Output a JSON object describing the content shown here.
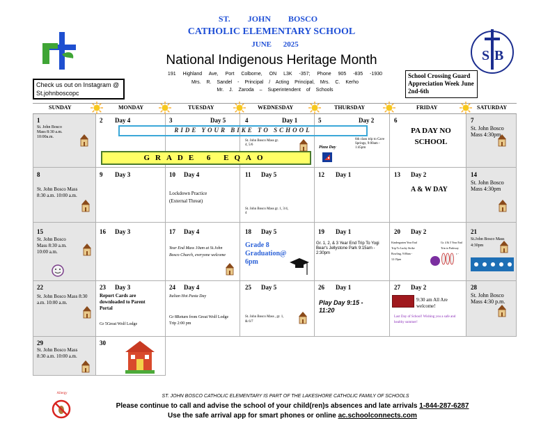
{
  "header": {
    "line1": "ST. JOHN BOSCO",
    "line2": "CATHOLIC ELEMENTARY SCHOOL",
    "month": "JUNE 2025",
    "heritage": "National Indigenous Heritage Month",
    "info1": "191 Highland Ave, Port Colborne, ON L3K -357; Phone 905 -835 -1930",
    "info2": "Mrs. R. Sandel - Principal / Acting Principal, Mrs. C. Kerho",
    "info3": "Mr. J. Zaroda – Superintendent of Schools",
    "instagram": "Check us out on Instagram @ St.johnboscopc",
    "crossing": "School Crossing Guard Appreciation Week June 2nd-6th"
  },
  "weekdays": [
    "SUNDAY",
    "MONDAY",
    "TUESDAY",
    "WEDNESDAY",
    "THURSDAY",
    "FRIDAY",
    "SATURDAY"
  ],
  "banners": {
    "bike": "RIDE YOUR BIKE TO SCHOOL",
    "eqao": "GRADE 6 EQAO"
  },
  "cells": {
    "d1": {
      "num": "1",
      "text": "St. John Bosco Mass 8:30 a.m. 10:00a.m."
    },
    "d2": {
      "num": "2",
      "day": "Day 4"
    },
    "d3": {
      "num": "3",
      "day": "Day 5"
    },
    "d4": {
      "num": "4",
      "day": "Day 1",
      "text": "St. John Bosco Mass gr. 4, 5/6"
    },
    "d5": {
      "num": "5",
      "day": "Day 2",
      "text": "Pizza Day",
      "text2": "6th class trip to Cave Springs, 9:00am - 1:45pm"
    },
    "d6": {
      "num": "6",
      "text": "PA DAY NO SCHOOL"
    },
    "d7": {
      "num": "7",
      "text": "St. John Bosco Mass 4:30pm"
    },
    "d8": {
      "num": "8",
      "text": "St. John Bosco Mass 8:30 a.m. 10:00 a.m."
    },
    "d9": {
      "num": "9",
      "day": "Day 3"
    },
    "d10": {
      "num": "10",
      "day": "Day 4",
      "text": "Lockdown Practice (External Threat)"
    },
    "d11": {
      "num": "11",
      "day": "Day 5",
      "text": "St. John Bosco Mass gr. 1, 3/4, 4"
    },
    "d12": {
      "num": "12",
      "day": "Day 1"
    },
    "d13": {
      "num": "13",
      "day": "Day 2",
      "text": "A & W DAY"
    },
    "d14": {
      "num": "14",
      "text": "St. John Bosco Mass 4:30pm"
    },
    "d15": {
      "num": "15",
      "text": "St. John Bosco Mass 8:30 a.m. 10:00 a.m."
    },
    "d16": {
      "num": "16",
      "day": "Day 3"
    },
    "d17": {
      "num": "17",
      "day": "Day 4",
      "text": "Year End Mass 10am at St.John Bosco Church, everyone welcome"
    },
    "d18": {
      "num": "18",
      "day": "Day 5",
      "text": "Grade 8 Graduation@ 6pm"
    },
    "d19": {
      "num": "19",
      "day": "Day 1",
      "text": "Gr. 1, 2, & 3 Year End Trip To Yogi Bear's Jellystone Park 9:15am - 2:30pm"
    },
    "d20": {
      "num": "20",
      "day": "Day 2",
      "text": "Kindergarten Year End Trip To Lucky Strike Bowling, 9:00am - 12:15pm",
      "text2": "Gr. 4 & 5 Year End Trip to Parkway Seeds, 9:30am - 1:45pm"
    },
    "d21": {
      "num": "21",
      "text": "St.John Bosco Mass 4:30pm"
    },
    "d22": {
      "num": "22",
      "text": "St. John Bosco Mass 8:30 a.m. 10:00 a.m."
    },
    "d23": {
      "num": "23",
      "day": "Day 3",
      "text": "Report Cards are downloaded to Parent Portal",
      "text2": "Gr 5Great Wolf Lodge"
    },
    "d24": {
      "num": "24",
      "day": "Day 4",
      "text": "Italian Hot Pasta Day",
      "text2": "Gr 8Return from Great Wolf Lodge Trip 2:00 pm"
    },
    "d25": {
      "num": "25",
      "day": "Day 5",
      "text": "St. John Bosco Mass , gr. 1, & 6/7"
    },
    "d26": {
      "num": "26",
      "day": "Day 1",
      "text": "Play Day 9:15 - 11:20"
    },
    "d27": {
      "num": "27",
      "day": "Day 2",
      "text": "9:30 am All Are welcome!",
      "text2": "Last Day of School! Wishing you a safe and healthy summer!"
    },
    "d28": {
      "num": "28",
      "text": "St. John Bosco Mass 4:30 p.m."
    },
    "d29": {
      "num": "29",
      "text": "St. John Bosco Mass 8:30 a.m. 10:00 a.m."
    },
    "d30": {
      "num": "30"
    }
  },
  "footer": {
    "allergy": "Allergy",
    "line1": "ST. JOHN BOSCO CATHOLIC ELEMENTARY IS PART OF THE LAKESHORE CATHOLIC FAMILY OF SCHOOLS",
    "line2a": "Please continue to call and advise the school of your child(ren)s absences and late arrivals",
    "line2b": "1-844-287-6287",
    "line3a": "Use the safe arrival app for smart phones or online",
    "line3b": "ac.schoolconnects.com"
  },
  "colors": {
    "school_blue": "#1f4fd6",
    "eqao_yellow": "#ffff66",
    "gray_cell": "#e6e6e6"
  }
}
